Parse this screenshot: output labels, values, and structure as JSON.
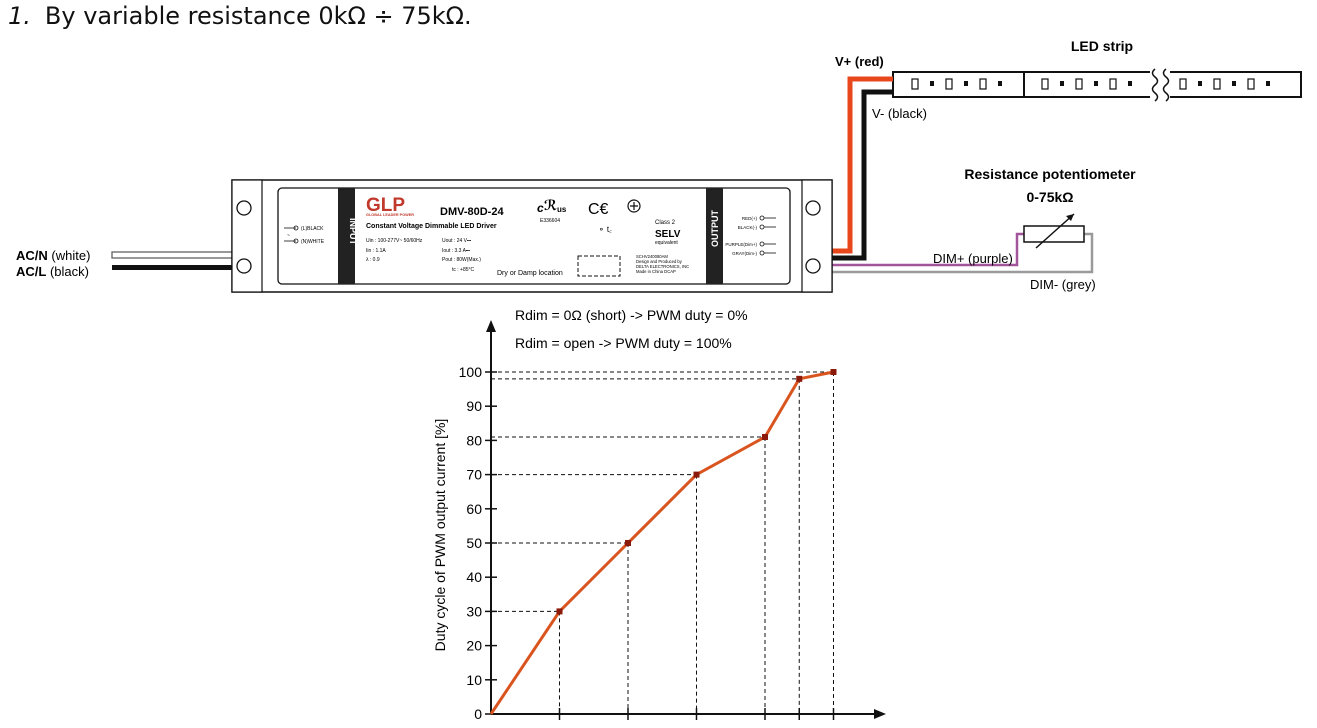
{
  "heading": {
    "number": "1.",
    "text": "By variable resistance 0kΩ ÷ 75kΩ."
  },
  "wiring": {
    "led_strip_title": "LED strip",
    "v_plus": "V+ (red)",
    "v_minus": "V- (black)",
    "pot_title": "Resistance potentiometer",
    "pot_range": "0-75kΩ",
    "dim_plus": "DIM+ (purple)",
    "dim_minus": "DIM- (grey)",
    "ac_n_bold": "AC/N",
    "ac_n_color": " (white)",
    "ac_l_bold": "AC/L",
    "ac_l_color": " (black)",
    "colors": {
      "red": "#e8471c",
      "black": "#111111",
      "purple": "#a3559b",
      "grey": "#9a9a9a",
      "white": "#ffffff"
    }
  },
  "driver": {
    "brand": "GLP",
    "brand_sub": "GLOBAL LEADER POWER",
    "model": "DMV-80D-24",
    "description": "Constant Voltage Dimmable LED Driver",
    "cert_ul": "E336604",
    "class": "Class 2",
    "selv": "SELV",
    "selv_sub": "equivalent",
    "input_label": "INPUT",
    "output_label": "OUTPUT",
    "input_pins": [
      "(L)BLACK",
      "(N)WHITE"
    ],
    "output_pins": [
      "RED(+)",
      "BLACK(-)",
      "PURPLE(Dim+)",
      "GRAY(Dim-)"
    ],
    "specs_left": [
      "Uin : 100-277V~ 50/60Hz",
      "Iin : 1.1A",
      "λ : 0.9"
    ],
    "specs_right": [
      "Uout : 24 V⎓",
      "Iout : 3.3 A⎓",
      "Pout : 80W(Max.)",
      "tc : +85°C"
    ],
    "location": "Dry or Damp location",
    "maker_lines": [
      "SCHV240080AM",
      "Design and Produced by",
      "DELTA ELECTRONICS, INC",
      "Made in China   DCAP"
    ]
  },
  "chart_data": {
    "type": "line",
    "annotations": [
      "Rdim = 0Ω (short) -> PWM duty = 0%",
      "Rdim = open -> PWM duty = 100%"
    ],
    "ylabel": "Duty cycle of PWM output current [%]",
    "xlabel": "",
    "ylim": [
      0,
      100
    ],
    "yticks": [
      0,
      10,
      20,
      30,
      40,
      50,
      60,
      70,
      80,
      90,
      100
    ],
    "x": [
      0,
      1,
      2,
      3,
      4,
      4.5,
      5
    ],
    "y": [
      0,
      30,
      50,
      70,
      81,
      98,
      100
    ],
    "line_color": "#d9541e",
    "marker_color": "#8b1a0a",
    "grid_dashed_guides": true
  }
}
